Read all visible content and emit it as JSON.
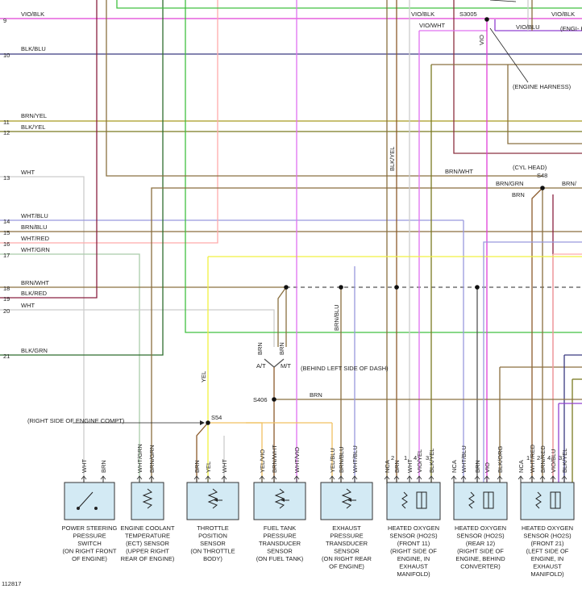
{
  "figure_id": "112817",
  "colors": {
    "VIO/BLK": "#e040d8",
    "BLK/BLU": "#3a3a80",
    "BRN/YEL": "#a89a20",
    "BLK/YEL": "#7a7a20",
    "WHT": "#cccccc",
    "WHT/BLU": "#9999dd",
    "BRN/BLU": "#8a6e3e",
    "WHT/RED": "#ffaaaa",
    "WHT/GRN": "#aaccaa",
    "BRN/WHT": "#8a7040",
    "BLK/RED": "#8a2040",
    "BLK/GRN": "#2e6e2e",
    "YEL": "#f0f040",
    "BRN": "#8b5a2b",
    "VIO/WHT": "#e070f0",
    "VIO/BLU": "#9040d0",
    "GRN": "#40c040",
    "DKRED": "#8b3040"
  },
  "rows": [
    {
      "num": "9",
      "label": "VIO/BLK"
    },
    {
      "num": "10",
      "label": "BLK/BLU"
    },
    {
      "num": "11",
      "label": "BRN/YEL"
    },
    {
      "num": "12",
      "label": "BLK/YEL"
    },
    {
      "num": "13",
      "label": "WHT"
    },
    {
      "num": "14",
      "label": "WHT/BLU"
    },
    {
      "num": "15",
      "label": "BRN/BLU"
    },
    {
      "num": "16",
      "label": "WHT/RED"
    },
    {
      "num": "17",
      "label": "WHT/GRN"
    },
    {
      "num": "18",
      "label": "BRN/WHT"
    },
    {
      "num": "19",
      "label": "BLK/RED"
    },
    {
      "num": "20",
      "label": "WHT"
    },
    {
      "num": "21",
      "label": "BLK/GRN"
    }
  ],
  "splices": {
    "s3005": "S3005",
    "s48": "S48",
    "s54": "S54",
    "s406": "S406"
  },
  "notes": {
    "engine_harness_1": "(ENGI- HARN-",
    "engine_harness_2": "(ENGINE HARNESS)",
    "cyl_head": "(CYL HEAD)",
    "behind_dash": "(BEHIND LEFT SIDE OF DASH)",
    "right_side_engine": "(RIGHT SIDE OF ENGINE COMPT)",
    "at": "A/T",
    "mt": "M/T"
  },
  "wire_labels": {
    "vio_blk_r1": "VIO/BLK",
    "vio_blk_r2": "VIO/BLK",
    "vio_wht": "VIO/WHT",
    "vio_blu_top": "VIO/BLU",
    "vio_v": "VIO",
    "blk_yel_v": "BLK/YEL",
    "brn_wht_s48": "BRN/WHT",
    "brn_grn_s48": "BRN/GRN",
    "brn_s48": "BRN",
    "brn_right": "BRN/",
    "brn_blu_v": "BRN/BLU",
    "brn_at": "BRN",
    "brn_mt": "BRN",
    "brn_s406": "BRN",
    "yel_v": "YEL"
  },
  "components": [
    {
      "id": "pps",
      "name": "POWER STEERING PRESSURE SWITCH",
      "loc": "(ON RIGHT FRONT OF ENGINE)",
      "pins": [
        "WHT",
        "BRN"
      ]
    },
    {
      "id": "ect",
      "name": "ENGINE COOLANT TEMPERATURE (ECT) SENSOR",
      "loc": "(UPPER RIGHT REAR OF ENGINE)",
      "pins": [
        "WHT/GRN",
        "BRN/GRN"
      ]
    },
    {
      "id": "tps",
      "name": "THROTTLE POSITION SENSOR",
      "loc": "(ON THROTTLE BODY)",
      "pins": [
        "BRN",
        "YEL",
        "WHT"
      ]
    },
    {
      "id": "ftp",
      "name": "FUEL TANK PRESSURE TRANSDUCER SENSOR",
      "loc": "(ON FUEL TANK)",
      "pins": [
        "YEL/VIO",
        "BRN/WHT",
        "WHT/VIO"
      ]
    },
    {
      "id": "exh",
      "name": "EXHAUST PRESSURE TRANSDUCER SENSOR",
      "loc": "(ON RIGHT REAR OF ENGINE)",
      "pins": [
        "YEL/BLU",
        "BRN/BLU",
        "WHT/BLU"
      ]
    },
    {
      "id": "ho2s11",
      "name": "HEATED OXYGEN SENSOR (HO2S) (FRONT 11)",
      "loc": "(RIGHT SIDE OF ENGINE, IN EXHAUST MANIFOLD)",
      "pins": [
        "NCA",
        "BRN",
        "WHT",
        "VIO/YEL",
        "BLK/YEL"
      ],
      "nums": [
        "2",
        "1",
        "4",
        "3"
      ]
    },
    {
      "id": "ho2s12",
      "name": "HEATED OXYGEN SENSOR (HO2S) (REAR 12)",
      "loc": "(RIGHT SIDE OF ENGINE, BEHIND CONVERTER)",
      "pins": [
        "NCA",
        "WHT/BLU",
        "BRN",
        "VIO",
        "BLK/ORG"
      ]
    },
    {
      "id": "ho2s21",
      "name": "HEATED OXYGEN SENSOR (HO2S) (FRONT 21)",
      "loc": "(LEFT SIDE OF ENGINE, IN EXHAUST MANIFOLD)",
      "pins": [
        "NCA",
        "WHT/RED",
        "BRN/RED",
        "VIO/BLU",
        "BLK/YEL"
      ],
      "nums": [
        "1",
        "2",
        "4",
        "3"
      ]
    }
  ]
}
